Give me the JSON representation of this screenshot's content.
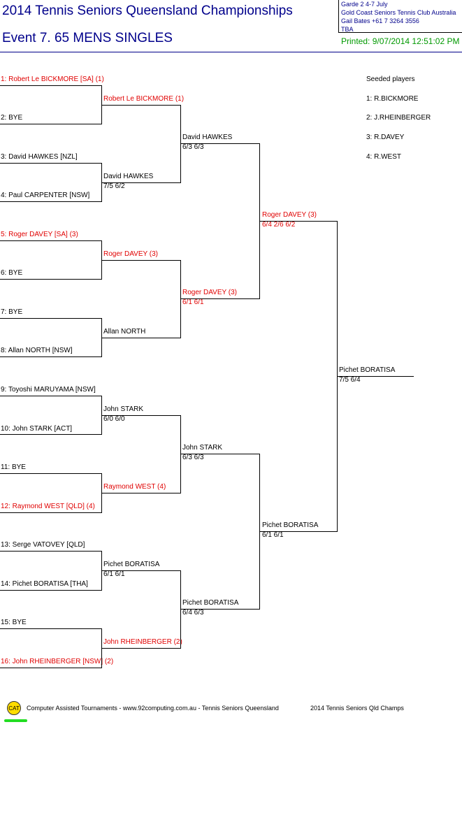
{
  "header": {
    "title": "2014 Tennis Seniors Queensland Championships",
    "event": "Event 7. 65 MENS SINGLES",
    "info_lines": [
      "Garde 2    4-7 July",
      "Gold Coast Seniors Tennis Club   Australia",
      "Gail Bates    +61 7 3264 3556",
      "TBA"
    ],
    "printed": "Printed: 9/07/2014 12:51:02 PM"
  },
  "seeds": {
    "heading": "Seeded players",
    "list": [
      "1: R.BICKMORE",
      "2: J.RHEINBERGER",
      "3: R.DAVEY",
      "4: R.WEST"
    ]
  },
  "round1": [
    "1: Robert Le BICKMORE [SA] (1)",
    "2: BYE",
    "3: David HAWKES [NZL]",
    "4: Paul CARPENTER [NSW]",
    "5: Roger DAVEY [SA] (3)",
    "6: BYE",
    "7: BYE",
    "8: Allan NORTH [NSW]",
    "9: Toyoshi MARUYAMA [NSW]",
    "10: John STARK [ACT]",
    "11: BYE",
    "12: Raymond WEST [QLD] (4)",
    "13: Serge VATOVEY [QLD]",
    "14: Pichet BORATISA [THA]",
    "15: BYE",
    "16: John RHEINBERGER [NSW] (2)"
  ],
  "round2": [
    {
      "name": "Robert Le BICKMORE (1)",
      "score": ""
    },
    {
      "name": "David HAWKES",
      "score": "7/5 6/2"
    },
    {
      "name": "Roger DAVEY (3)",
      "score": ""
    },
    {
      "name": "Allan NORTH",
      "score": ""
    },
    {
      "name": "John STARK",
      "score": "6/0 6/0"
    },
    {
      "name": "Raymond WEST (4)",
      "score": ""
    },
    {
      "name": "Pichet BORATISA",
      "score": "6/1 6/1"
    },
    {
      "name": "John RHEINBERGER (2)",
      "score": ""
    }
  ],
  "round3": [
    {
      "name": "David HAWKES",
      "score": "6/3 6/3"
    },
    {
      "name": "Roger DAVEY (3)",
      "score": "6/1 6/1"
    },
    {
      "name": "John STARK",
      "score": "6/3 6/3"
    },
    {
      "name": "Pichet BORATISA",
      "score": "6/4 6/3"
    }
  ],
  "round4": [
    {
      "name": "Roger DAVEY (3)",
      "score": "6/4 2/6 6/2"
    },
    {
      "name": "Pichet BORATISA",
      "score": "6/1 6/1"
    }
  ],
  "final": {
    "name": "Pichet BORATISA",
    "score": "7/5 6/4"
  },
  "footer": {
    "logo": "CAT",
    "text": "Computer Assisted Tournaments - www.92computing.com.au -  Tennis Seniors Queensland",
    "event_name": "2014 Tennis Seniors Qld Champs"
  },
  "colors": {
    "seed": "#e00000",
    "title": "#00008b",
    "printed": "#009900"
  }
}
